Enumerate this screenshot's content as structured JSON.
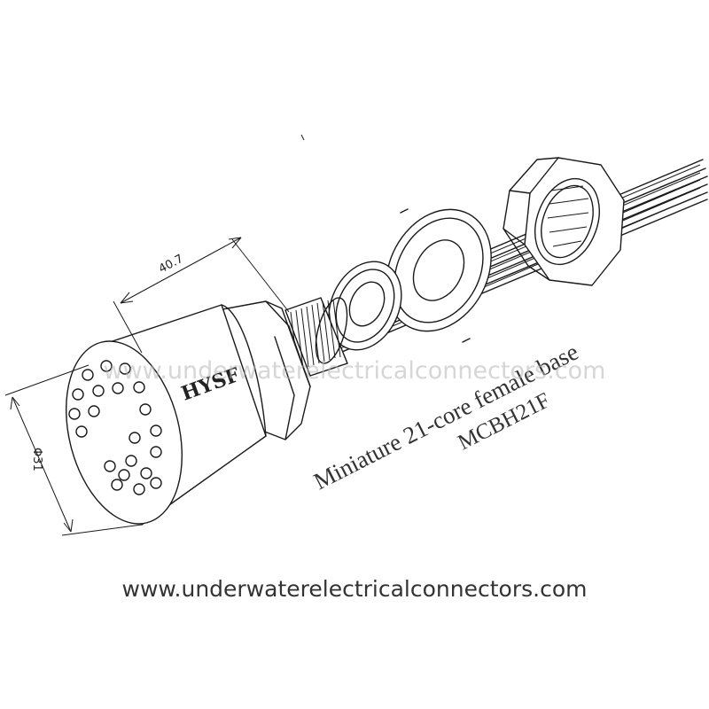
{
  "drawing": {
    "title": "Miniature 21-core female base",
    "model": "MCBH21F",
    "brand": "HYSF",
    "length_dimension": "40.7",
    "diameter_dimension": "Φ31",
    "pin_count": 21
  },
  "watermark": {
    "text": "www.underwaterelectricalconnectors.com"
  },
  "footer": {
    "url": "www.underwaterelectricalconnectors.com"
  }
}
